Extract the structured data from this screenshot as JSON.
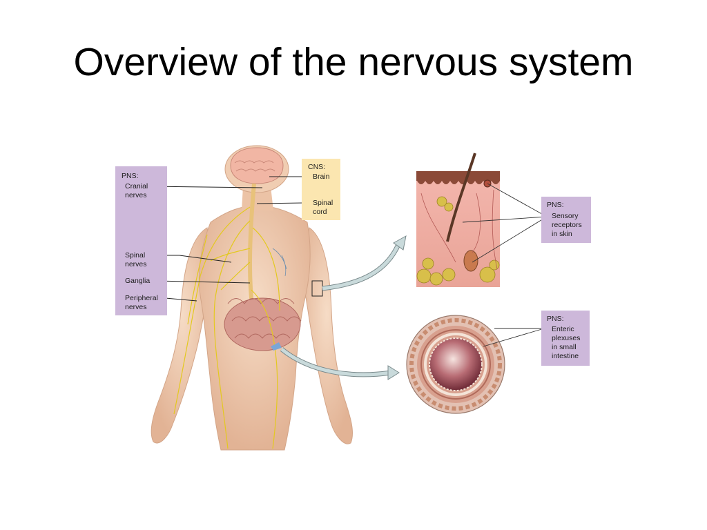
{
  "slide": {
    "title": "Overview of the nervous system"
  },
  "pns_left": {
    "heading": "PNS:",
    "cranial_line1": "Cranial",
    "cranial_line2": "nerves",
    "spinal_line1": "Spinal",
    "spinal_line2": "nerves",
    "ganglia": "Ganglia",
    "peripheral_line1": "Peripheral",
    "peripheral_line2": "nerves"
  },
  "cns": {
    "heading": "CNS:",
    "brain": "Brain",
    "spinal_line1": "Spinal",
    "spinal_line2": "cord"
  },
  "pns_skin": {
    "heading": "PNS:",
    "line1": "Sensory",
    "line2": "receptors",
    "line3": "in skin"
  },
  "pns_gut": {
    "heading": "PNS:",
    "line1": "Enteric",
    "line2": "plexuses",
    "line3": "in small",
    "line4": "intestine"
  },
  "colors": {
    "pns_box": "#cdb8da",
    "cns_box": "#fbe6b0",
    "skin": "#efc8ac",
    "nerve": "#e3c91f",
    "arrow": "#c9dadb"
  }
}
